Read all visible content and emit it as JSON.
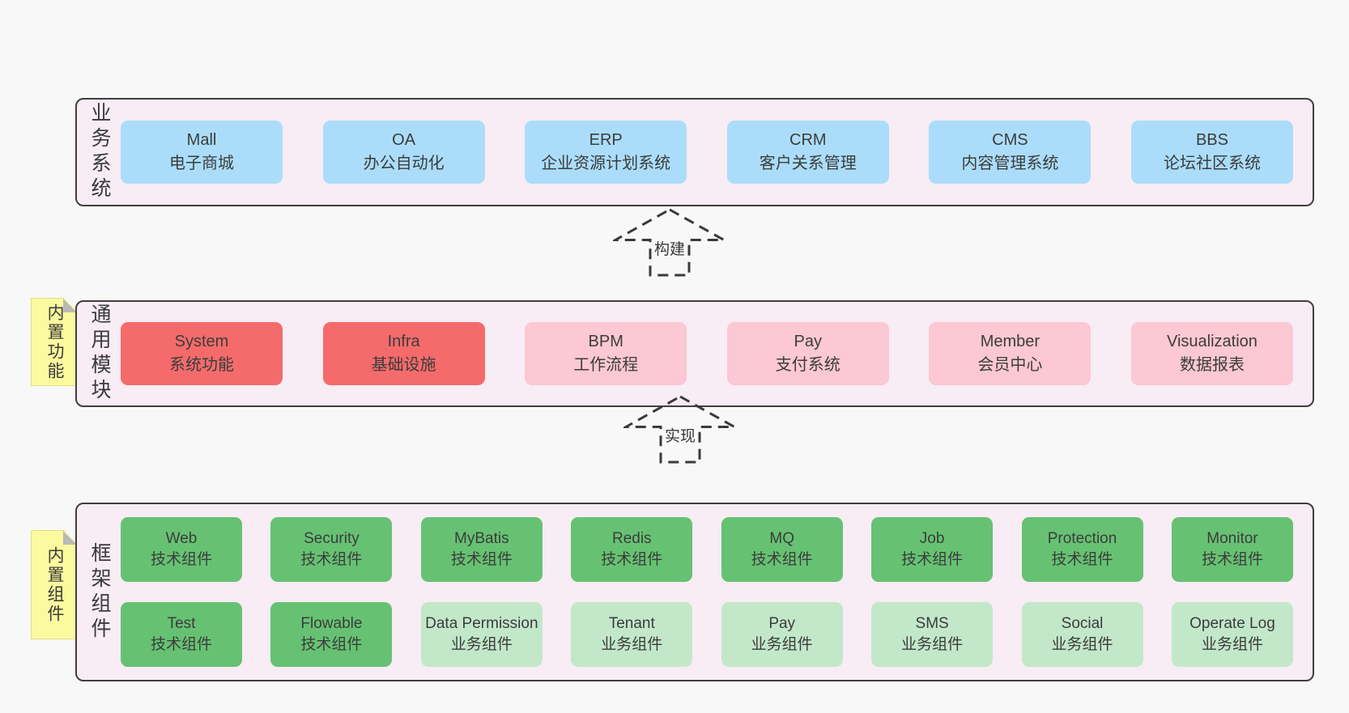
{
  "colors": {
    "page_bg": "#f8f8f8",
    "band_bg": "#f8ecf5",
    "band_border": "#3f3f3f",
    "blue_box": "#abddfa",
    "red_box": "#f56b6b",
    "pink_box": "#fbc8d3",
    "green_box": "#66c272",
    "light_green_box": "#c3e8c9",
    "sticky_yellow": "#fbfa9f",
    "text": "#3a3a3a"
  },
  "arrows": [
    {
      "label": "构建"
    },
    {
      "label": "实现"
    }
  ],
  "stickies": [
    {
      "label": "内置功能"
    },
    {
      "label": "内置组件"
    }
  ],
  "bands": [
    {
      "label": "业务系统",
      "boxes": [
        {
          "title": "Mall",
          "subtitle": "电子商城"
        },
        {
          "title": "OA",
          "subtitle": "办公自动化"
        },
        {
          "title": "ERP",
          "subtitle": "企业资源计划系统"
        },
        {
          "title": "CRM",
          "subtitle": "客户关系管理"
        },
        {
          "title": "CMS",
          "subtitle": "内容管理系统"
        },
        {
          "title": "BBS",
          "subtitle": "论坛社区系统"
        }
      ]
    },
    {
      "label": "通用模块",
      "boxes": [
        {
          "title": "System",
          "subtitle": "系统功能"
        },
        {
          "title": "Infra",
          "subtitle": "基础设施"
        },
        {
          "title": "BPM",
          "subtitle": "工作流程"
        },
        {
          "title": "Pay",
          "subtitle": "支付系统"
        },
        {
          "title": "Member",
          "subtitle": "会员中心"
        },
        {
          "title": "Visualization",
          "subtitle": "数据报表"
        }
      ]
    },
    {
      "label": "框架组件",
      "rows": [
        [
          {
            "title": "Web",
            "subtitle": "技术组件"
          },
          {
            "title": "Security",
            "subtitle": "技术组件"
          },
          {
            "title": "MyBatis",
            "subtitle": "技术组件"
          },
          {
            "title": "Redis",
            "subtitle": "技术组件"
          },
          {
            "title": "MQ",
            "subtitle": "技术组件"
          },
          {
            "title": "Job",
            "subtitle": "技术组件"
          },
          {
            "title": "Protection",
            "subtitle": "技术组件"
          },
          {
            "title": "Monitor",
            "subtitle": "技术组件"
          }
        ],
        [
          {
            "title": "Test",
            "subtitle": "技术组件"
          },
          {
            "title": "Flowable",
            "subtitle": "技术组件"
          },
          {
            "title": "Data Permission",
            "subtitle": "业务组件"
          },
          {
            "title": "Tenant",
            "subtitle": "业务组件"
          },
          {
            "title": "Pay",
            "subtitle": "业务组件"
          },
          {
            "title": "SMS",
            "subtitle": "业务组件"
          },
          {
            "title": "Social",
            "subtitle": "业务组件"
          },
          {
            "title": "Operate Log",
            "subtitle": "业务组件"
          }
        ]
      ]
    }
  ]
}
